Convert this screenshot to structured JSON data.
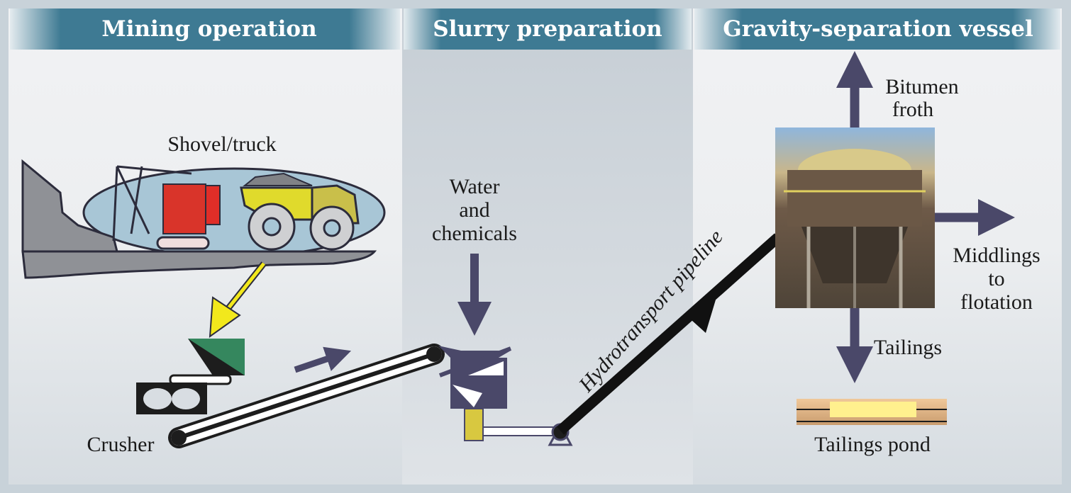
{
  "headers": {
    "mining": "Mining operation",
    "slurry": "Slurry preparation",
    "gravity": "Gravity-separation vessel"
  },
  "labels": {
    "shovel_truck": "Shovel/truck",
    "crusher": "Crusher",
    "water_line1": "Water",
    "water_line2": "and",
    "water_line3": "chemicals",
    "pipeline": "Hydrotransport pipeline",
    "bitumen_line1": "Bitumen",
    "bitumen_line2": "froth",
    "middlings_line1": "Middlings",
    "middlings_line2": "to",
    "middlings_line3": "flotation",
    "tailings": "Tailings",
    "tailings_pond": "Tailings pond"
  },
  "colors": {
    "header": "#3e7a93",
    "arrow": "#4a4869",
    "shovel": "#d9342a",
    "truck": "#d8d23a",
    "ellipse": "#a8c6d6"
  }
}
